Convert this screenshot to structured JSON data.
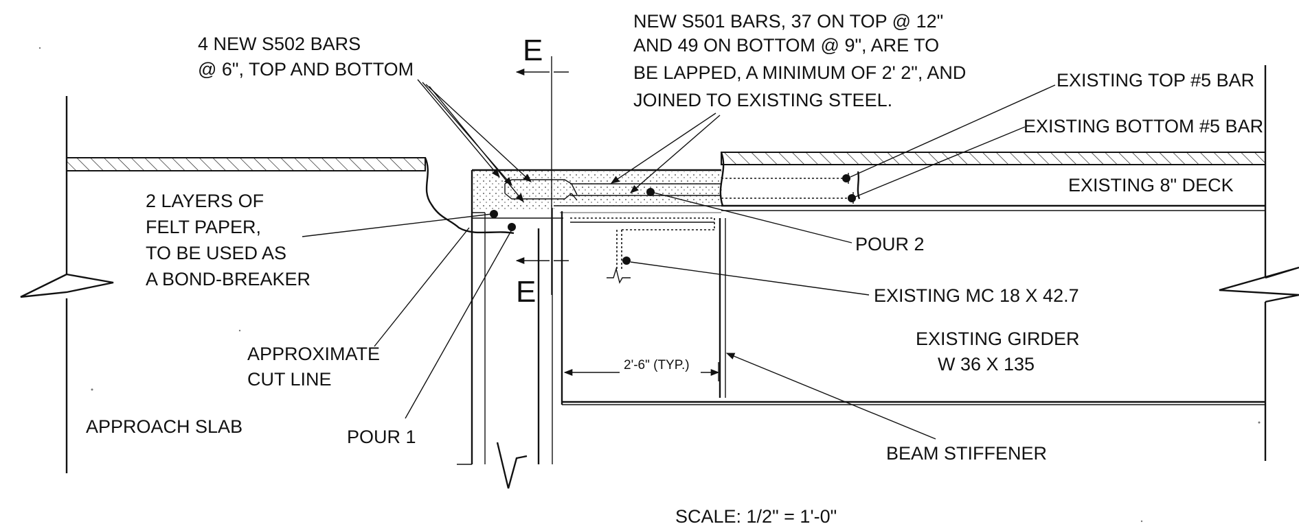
{
  "section_marker": {
    "top": "E",
    "bottom": "E"
  },
  "labels": {
    "s502_line1": "4 NEW S502 BARS",
    "s502_line2": "@ 6\", TOP AND BOTTOM",
    "s501_line1": "NEW S501 BARS, 37 ON TOP @ 12\"",
    "s501_line2": "AND 49 ON BOTTOM @ 9\", ARE TO",
    "s501_line3": "BE LAPPED, A MINIMUM OF 2' 2\", AND",
    "s501_line4": "JOINED TO EXISTING STEEL.",
    "existing_top_bar": "EXISTING TOP #5 BAR",
    "existing_bottom_bar": "EXISTING BOTTOM #5 BAR",
    "existing_deck": "EXISTING 8\" DECK",
    "felt_line1": "2 LAYERS OF",
    "felt_line2": "FELT PAPER,",
    "felt_line3": "TO BE USED AS",
    "felt_line4": "A BOND-BREAKER",
    "pour2": "POUR 2",
    "existing_mc": "EXISTING MC 18 X 42.7",
    "girder_line1": "EXISTING GIRDER",
    "girder_line2": "W 36 X 135",
    "cut_line1": "APPROXIMATE",
    "cut_line2": "CUT LINE",
    "typ_dim": "2'-6\" (TYP.)",
    "approach_slab": "APPROACH SLAB",
    "pour1": "POUR 1",
    "beam_stiffener": "BEAM STIFFENER",
    "scale": "SCALE: 1/2\" = 1'-0\""
  }
}
